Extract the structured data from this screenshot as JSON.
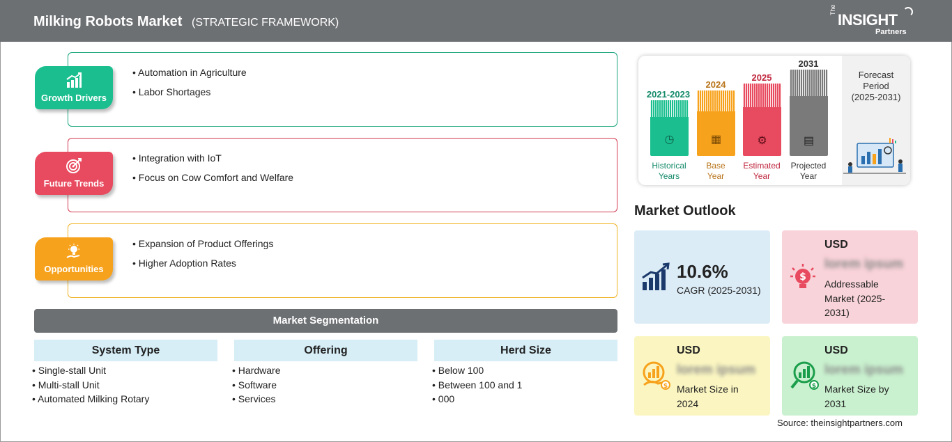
{
  "header": {
    "title": "Milking Robots Market",
    "subtitle": "(STRATEGIC FRAMEWORK)"
  },
  "logo": {
    "the": "The",
    "insight": "INSIGHT",
    "partners": "Partners"
  },
  "framework": [
    {
      "label": "Growth Drivers",
      "color": "#1bbf8f",
      "border": "#17a57b",
      "icon": "bar-chart-icon",
      "items": [
        "Automation in Agriculture",
        "Labor Shortages"
      ]
    },
    {
      "label": "Future Trends",
      "color": "#e84a5f",
      "border": "#d33a50",
      "icon": "target-icon",
      "items": [
        "Integration with IoT",
        "Focus on Cow Comfort and Welfare"
      ]
    },
    {
      "label": "Opportunities",
      "color": "#f7a21c",
      "border": "#f0b323",
      "icon": "lightbulb-icon",
      "items": [
        "Expansion of Product Offerings",
        "Higher Adoption Rates"
      ]
    }
  ],
  "segmentation": {
    "title": "Market Segmentation",
    "columns": [
      {
        "head": "System Type",
        "items": [
          "Single-stall Unit",
          "Multi-stall Unit",
          "Automated Milking Rotary"
        ]
      },
      {
        "head": "Offering",
        "items": [
          "Hardware",
          "Software",
          "Services"
        ]
      },
      {
        "head": "Herd Size",
        "items": [
          "Below 100",
          "Between 100 and 1",
          "000"
        ]
      }
    ]
  },
  "timeline": {
    "bars": [
      {
        "year": "2021-2023",
        "label1": "Historical",
        "label2": "Years",
        "color": "#1bbf8f",
        "yearColor": "#148a6a",
        "icon": "clock-icon"
      },
      {
        "year": "2024",
        "label1": "Base",
        "label2": "Year",
        "color": "#f7a21c",
        "yearColor": "#b8741a",
        "icon": "calendar-icon"
      },
      {
        "year": "2025",
        "label1": "Estimated",
        "label2": "Year",
        "color": "#e84a5f",
        "yearColor": "#c0283f",
        "icon": "gears-icon"
      },
      {
        "year": "2031",
        "label1": "Projected",
        "label2": "Year",
        "color": "#7a7a7a",
        "yearColor": "#333333",
        "icon": "presentation-icon"
      }
    ],
    "forecast": {
      "line1": "Forecast",
      "line2": "Period",
      "line3": "(2025-2031)"
    }
  },
  "outlook": {
    "title": "Market Outlook",
    "cagr": {
      "value": "10.6%",
      "label": "CAGR (2025-2031)",
      "bg": "#dcecf7"
    },
    "addressable": {
      "currency": "USD",
      "value": "lorem ipsum",
      "desc1": "Addressable",
      "desc2": "Market (2025-",
      "desc3": "2031)",
      "bg": "#f8d3d9"
    },
    "size2024": {
      "currency": "USD",
      "value": "lorem ipsum",
      "desc1": "Market Size in",
      "desc2": "2024",
      "bg": "#fbf6c1"
    },
    "size2031": {
      "currency": "USD",
      "value": "lorem ipsum",
      "desc1": "Market Size by",
      "desc2": "2031",
      "bg": "#c9f1cf"
    }
  },
  "source": "Source: theinsightpartners.com"
}
